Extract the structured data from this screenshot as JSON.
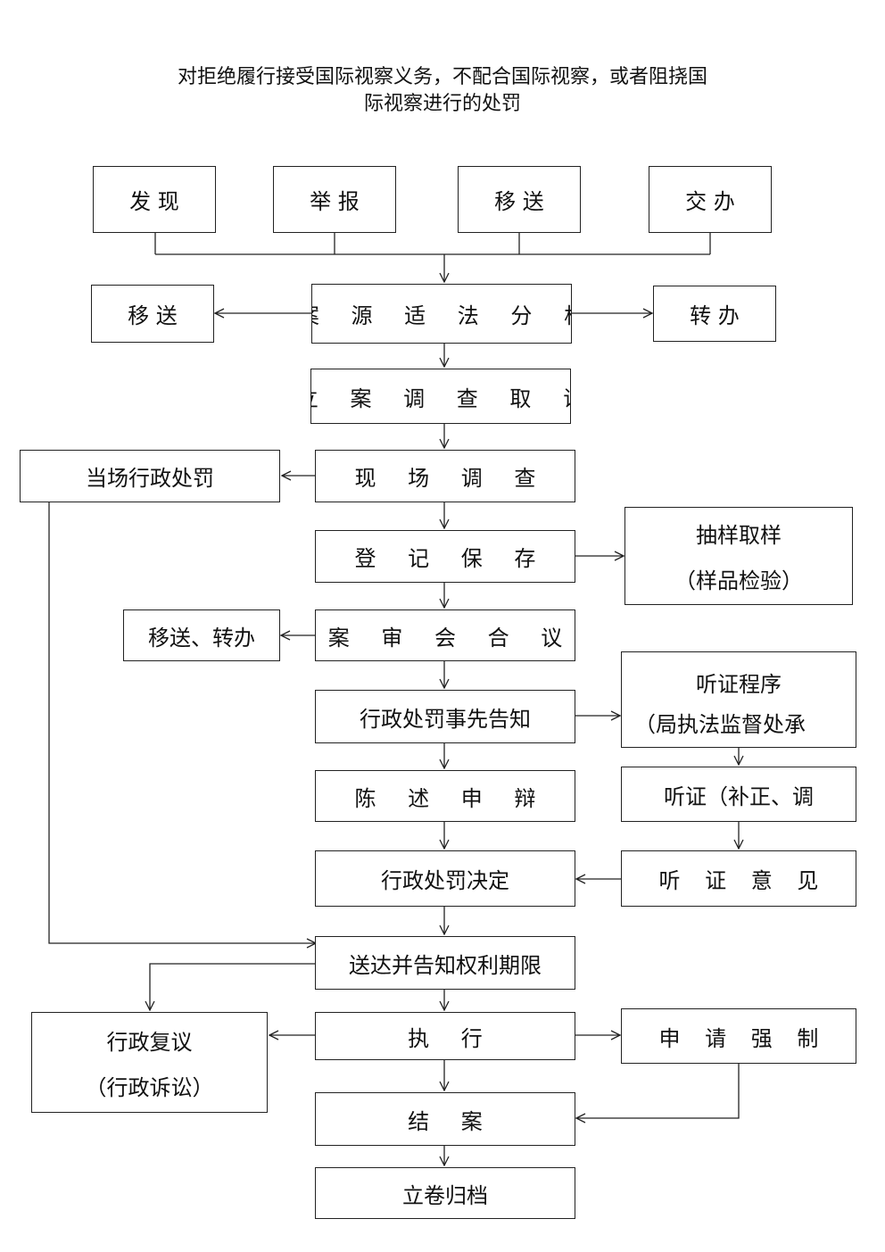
{
  "title": {
    "line1": "对拒绝履行接受国际视察义务，不配合国际视察，或者阻挠国",
    "line2": "际视察进行的处罚"
  },
  "sources": {
    "faxian": "发 现",
    "jubao": "举 报",
    "yisong": "移 送",
    "jiaoban": "交 办"
  },
  "analysis": {
    "left": "移 送",
    "center": "案 源 适 法 分 析",
    "right": "转 办"
  },
  "steps": {
    "lian": "立 案 调 查 取 证",
    "xianchang": "现 场 调 查",
    "dangchang": "当场行政处罚",
    "dengji": "登 记 保 存",
    "chouyang1": "抽样取样",
    "chouyang2": "（样品检验）",
    "anshen": "案 审 会 合 议",
    "yisong_zhuanban": "移送、转办",
    "gaozhi": "行政处罚事先告知",
    "tingzheng_cx1": "听证程序",
    "tingzheng_cx2": "（局执法监督处承",
    "chenshu": "陈 述 申 辩",
    "tingzheng": "听证（补正、调",
    "jueding": "行政处罚决定",
    "yijian": "听 证 意 见",
    "songda": "送达并告知权利期限",
    "fuyi1": "行政复议",
    "fuyi2": "（行政诉讼）",
    "zhixing": "执 行",
    "qiangzhi": "申 请 强 制",
    "jiean": "结 案",
    "guidang": "立卷归档"
  }
}
